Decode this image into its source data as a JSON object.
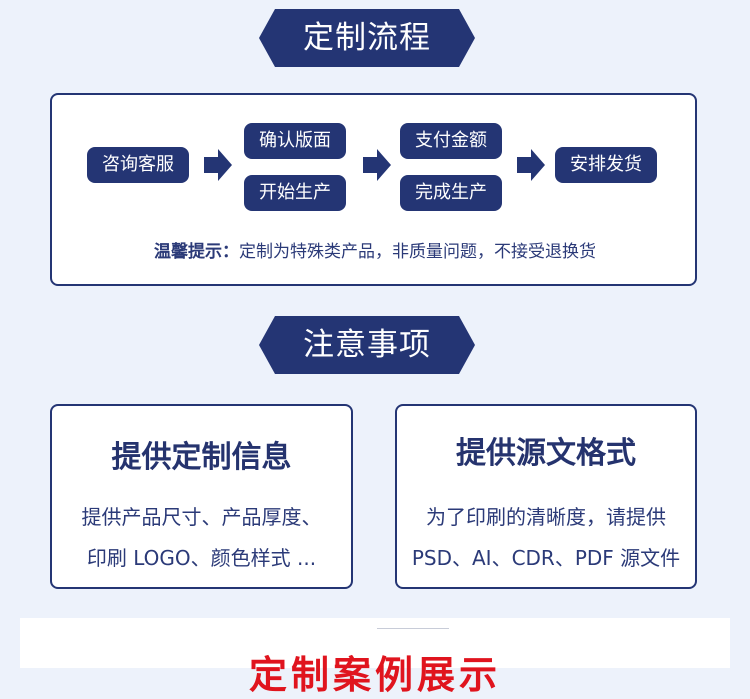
{
  "process": {
    "banner": "定制流程",
    "steps": [
      "咨询客服",
      "确认版面",
      "开始生产",
      "支付金额",
      "完成生产",
      "安排发货"
    ],
    "tip_label": "温馨提示：",
    "tip_text": "定制为特殊类产品，非质量问题，不接受退换货"
  },
  "notes": {
    "banner": "注意事项",
    "cards": [
      {
        "title": "提供定制信息",
        "line1": "提供产品尺寸、产品厚度、",
        "line2": "印刷 LOGO、颜色样式 ..."
      },
      {
        "title": "提供源文格式",
        "line1": "为了印刷的清晰度，请提供",
        "line2": "PSD、AI、CDR、PDF 源文件"
      }
    ]
  },
  "showcase": {
    "title": "定制案例展示"
  },
  "colors": {
    "navy": "#243574",
    "background": "#edf2fb",
    "accent_red": "#e0141e"
  }
}
